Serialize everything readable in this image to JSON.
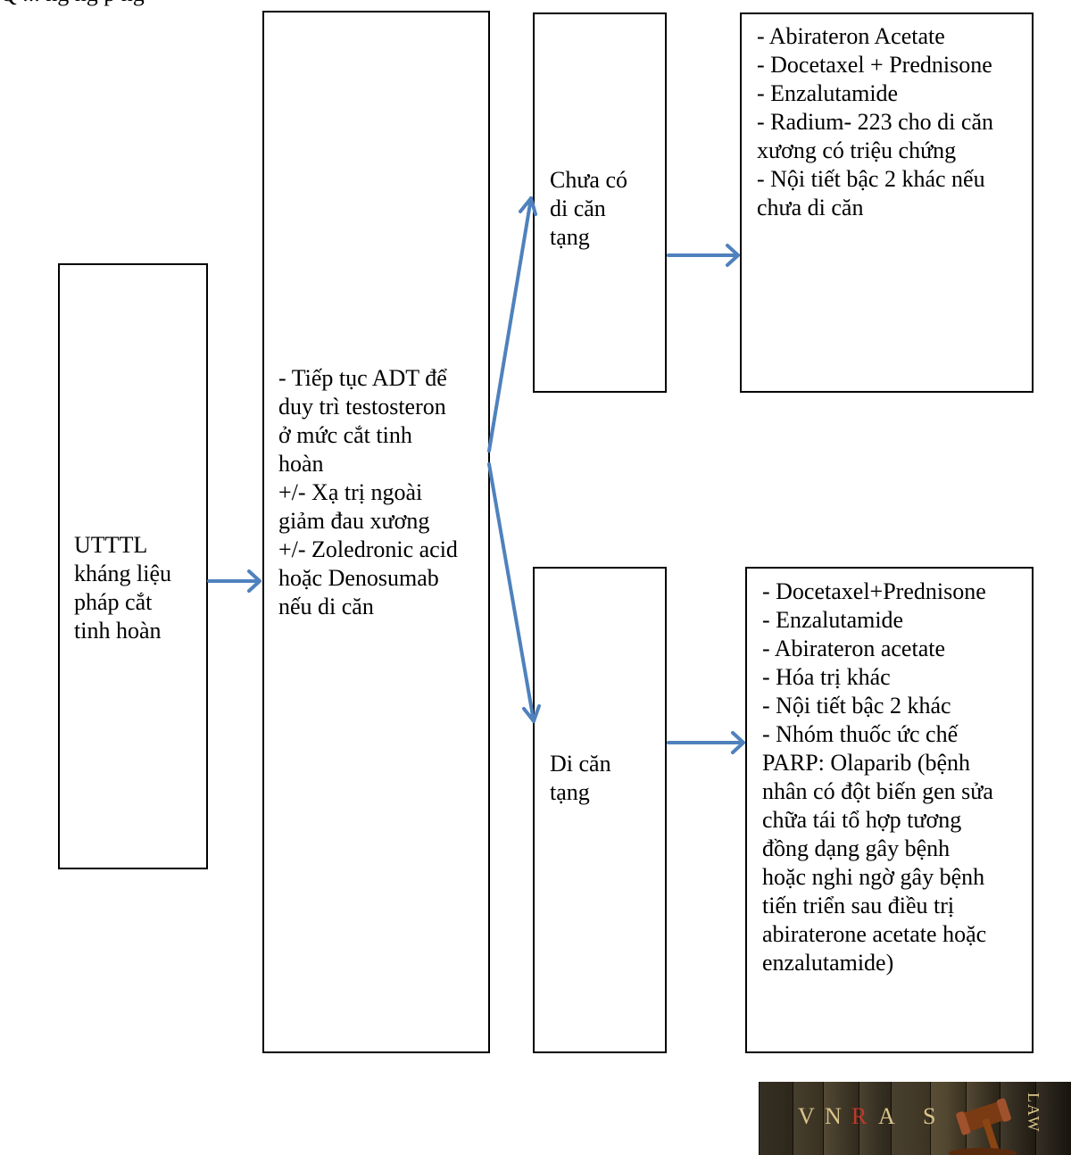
{
  "header": {
    "cut_text": "Q       ...                         ng    ng p       ng"
  },
  "boxes": {
    "start": "UTTTL\nkháng liệu\npháp cắt\ntinh hoàn",
    "middle": "- Tiếp tục ADT để\nduy trì testosteron\nở mức cắt tinh\nhoàn\n+/- Xạ trị ngoài\ngiảm đau xương\n+/- Zoledronic acid\nhoặc Denosumab\nnếu di căn",
    "no_visceral": "Chưa có\ndi căn\ntạng",
    "visceral": "Di căn\ntạng",
    "no_visceral_options": "- Abirateron Acetate\n- Docetaxel + Prednisone\n- Enzalutamide\n- Radium- 223 cho di căn\nxương có triệu chứng\n- Nội tiết bậc 2 khác nếu\nchưa di căn",
    "visceral_options": "- Docetaxel+Prednisone\n- Enzalutamide\n- Abirateron acetate\n- Hóa trị khác\n- Nội tiết bậc 2 khác\n- Nhóm thuốc ức chế\nPARP: Olaparib (bệnh\nnhân có đột biến gen sửa\nchữa tái tổ hợp tương\nđồng dạng gây bệnh\nhoặc nghi ngờ gây bệnh\ntiến triển sau điều trị\nabiraterone acetate hoặc\nenzalutamide)"
  },
  "logo": {
    "letters": [
      "V",
      "N",
      "R",
      "A",
      "S"
    ],
    "side_text": "LAW"
  },
  "colors": {
    "arrow": "#4f81bd",
    "border": "#000000",
    "logo_gold": "#d9c48a"
  }
}
